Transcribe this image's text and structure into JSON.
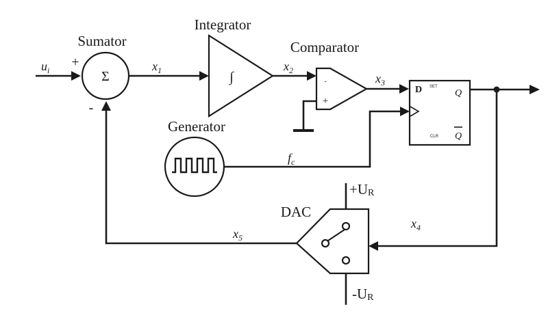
{
  "labels": {
    "input": "u",
    "input_sub": "i",
    "sumator": "Sumator",
    "sum_symbol": "Σ",
    "sum_plus": "+",
    "sum_minus": "-",
    "integrator": "Integrator",
    "integral_symbol": "∫",
    "comparator": "Comparator",
    "comp_minus": "-",
    "comp_plus": "+",
    "generator": "Generator",
    "ff_d": "D",
    "ff_set": "SET",
    "ff_clr": "CLR",
    "ff_q": "Q",
    "ff_qbar": "Q",
    "dac": "DAC",
    "ur_plus": "+U",
    "ur_minus": "-U",
    "ur_sub": "R"
  },
  "signals": {
    "x1": "x",
    "x1_sub": "1",
    "x2": "x",
    "x2_sub": "2",
    "x3": "x",
    "x3_sub": "3",
    "x4": "x",
    "x4_sub": "4",
    "x5": "x",
    "x5_sub": "5",
    "fc": "f",
    "fc_sub": "c"
  }
}
